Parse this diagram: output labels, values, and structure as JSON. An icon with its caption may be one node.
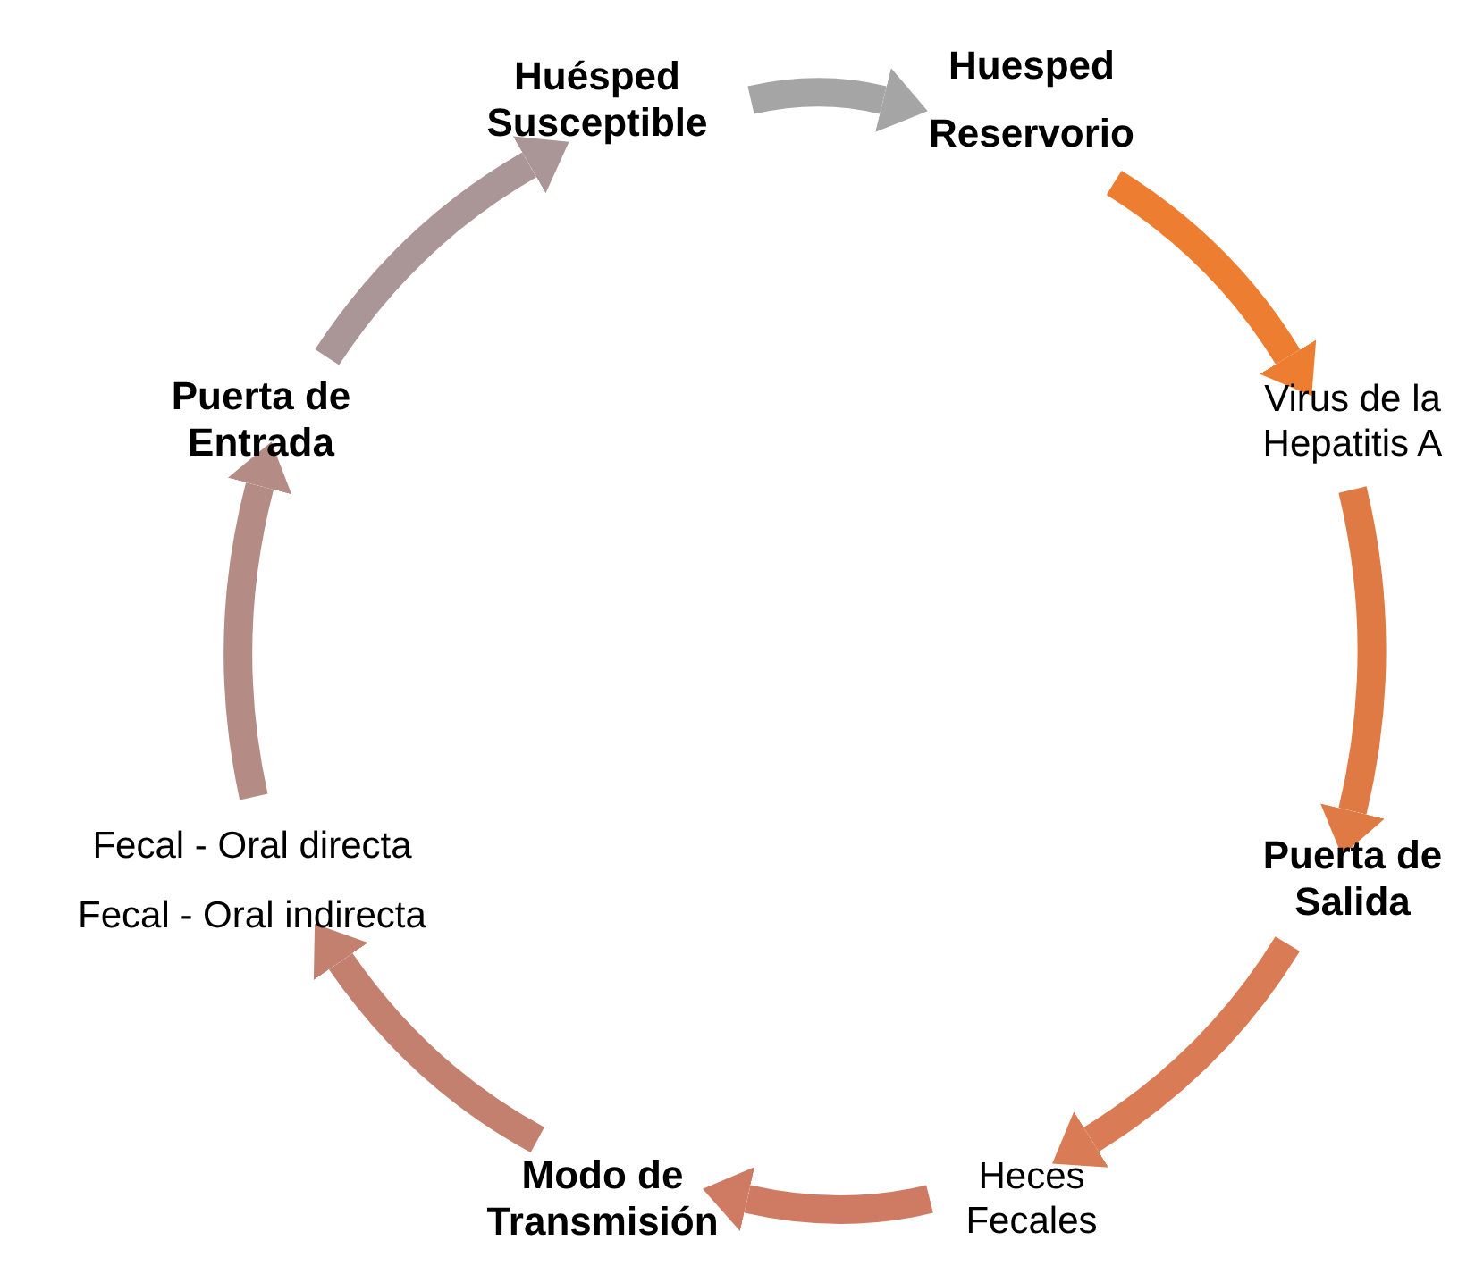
{
  "diagram": {
    "nodes": [
      {
        "text": [
          "Huésped Susceptible"
        ]
      },
      {
        "text": [
          "Huesped Reservorio"
        ]
      },
      {
        "text": [
          "Virus de la Hepatitis A"
        ]
      },
      {
        "text": [
          "Puerta de Salida"
        ]
      },
      {
        "text": [
          "Heces Fecales"
        ]
      },
      {
        "text": [
          "Modo de Transmisión"
        ]
      },
      {
        "text": [
          "Fecal - Oral directa",
          "Fecal - Oral indirecta"
        ]
      },
      {
        "text": [
          "Puerta de Entrada"
        ]
      }
    ],
    "edges": [
      {
        "from": 0,
        "to": 1,
        "arrow": "to",
        "color": "#a5a5a5"
      },
      {
        "from": 1,
        "to": 2,
        "arrow": "to",
        "color": "#ed7d31"
      },
      {
        "from": 2,
        "to": 3,
        "arrow": "to",
        "color": "#e07a45"
      },
      {
        "from": 3,
        "to": 4,
        "arrow": "to",
        "color": "#d97b55"
      },
      {
        "from": 4,
        "to": 5,
        "arrow": "to",
        "color": "#cf7b63"
      },
      {
        "from": 5,
        "to": 6,
        "arrow": "to",
        "color": "#c3806f"
      },
      {
        "from": 6,
        "to": 7,
        "arrow": "to",
        "color": "#b58b85"
      },
      {
        "from": 7,
        "to": 0,
        "arrow": "to",
        "color": "#aa9597"
      }
    ]
  }
}
